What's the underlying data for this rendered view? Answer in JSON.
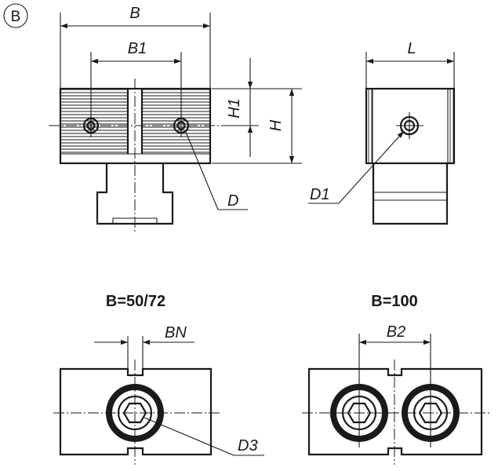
{
  "view_badge": "B",
  "side_view": {
    "dim_B": "B",
    "dim_B1": "B1",
    "dim_H1": "H1",
    "dim_H": "H",
    "callout_D": "D"
  },
  "end_view": {
    "dim_L": "L",
    "callout_D1": "D1"
  },
  "bottom_small": {
    "heading": "B=50/72",
    "dim_BN": "BN",
    "callout_D3": "D3"
  },
  "bottom_large": {
    "heading": "B=100",
    "dim_B2": "B2"
  }
}
